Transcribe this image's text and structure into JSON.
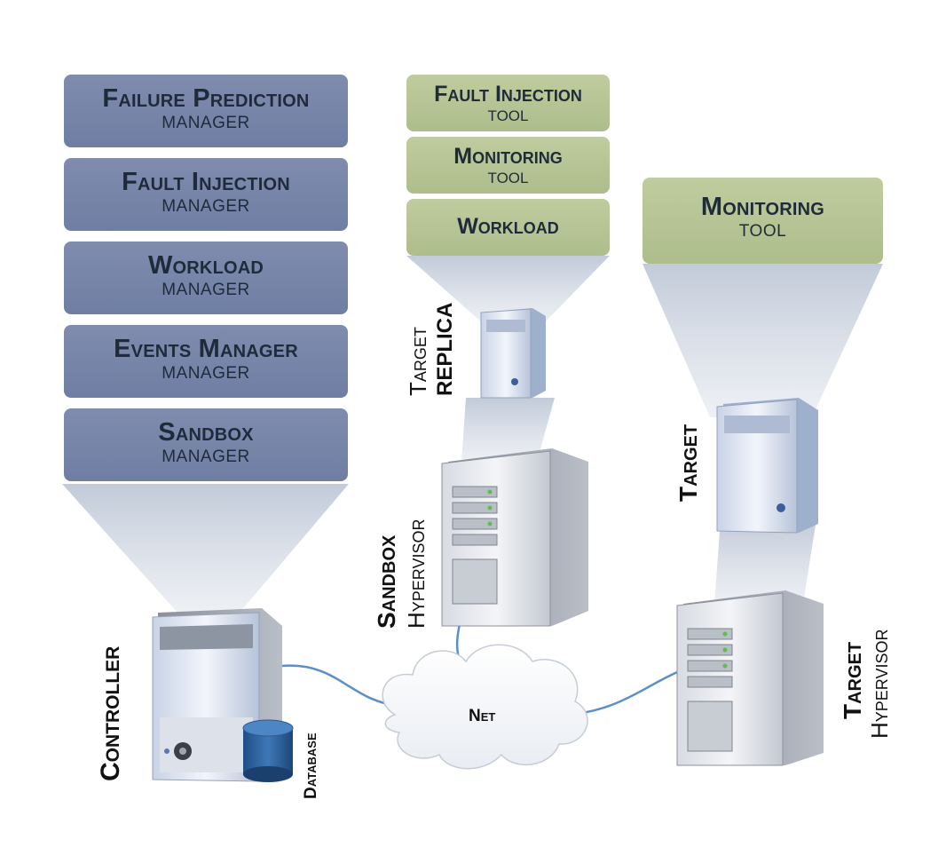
{
  "managers": [
    {
      "title": "Failure Prediction",
      "subtitle": "MANAGER"
    },
    {
      "title": "Fault Injection",
      "subtitle": "MANAGER"
    },
    {
      "title": "Workload",
      "subtitle": "MANAGER"
    },
    {
      "title": "Events Manager",
      "subtitle": "MANAGER"
    },
    {
      "title": "Sandbox",
      "subtitle": "MANAGER"
    }
  ],
  "replica_tools": [
    {
      "title": "Fault Injection",
      "subtitle": "TOOL"
    },
    {
      "title": "Monitoring",
      "subtitle": "TOOL"
    },
    {
      "title": "Workload",
      "subtitle": ""
    }
  ],
  "target_tool": {
    "title": "Monitoring",
    "subtitle": "TOOL"
  },
  "labels": {
    "controller": "Controller",
    "database": "Database",
    "net": "Net",
    "target_replica_1": "Target",
    "target_replica_2": "replica",
    "sandbox_1": "Sandbox",
    "sandbox_2": "Hypervisor",
    "target": "Target",
    "target_hyp_1": "Target",
    "target_hyp_2": "Hypervisor"
  },
  "colors": {
    "manager_box": "#7584a8",
    "tool_box": "#b7c597",
    "beam": "#c9d1de",
    "cable": "#5b8fc7"
  }
}
